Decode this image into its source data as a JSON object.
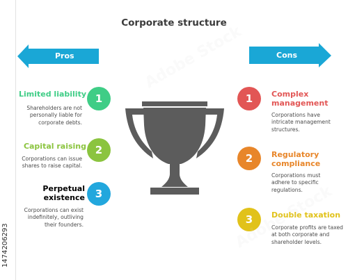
{
  "title": "Corporate structure",
  "pros": {
    "label": "Pros",
    "items": [
      {
        "number": "1",
        "title": "Limited liability",
        "description": "Shareholders are not personally liable for corporate debts.",
        "color": "#3fcd86"
      },
      {
        "number": "2",
        "title": "Capital raising",
        "description": "Corporations can issue shares to raise capital.",
        "color": "#8bc43f"
      },
      {
        "number": "3",
        "title": "Perpetual existence",
        "description": "Corporations can exist indefinitely, outliving their founders.",
        "color": "#22a7dd"
      }
    ]
  },
  "cons": {
    "label": "Cons",
    "items": [
      {
        "number": "1",
        "title": "Complex management",
        "description": "Corporations have intricate management structures.",
        "color": "#e25655"
      },
      {
        "number": "2",
        "title": "Regulatory compliance",
        "description": "Corporations must adhere to specific regulations.",
        "color": "#e8862a"
      },
      {
        "number": "3",
        "title": "Double taxation",
        "description": "Corporate profits are taxed at both corporate and shareholder levels.",
        "color": "#e1c21a"
      }
    ]
  },
  "colors": {
    "arrow": "#1aa7d6",
    "trophy": "#5c5c5c",
    "title": "#3b3b3b",
    "text": "#4a4a4a"
  },
  "stock_id": "1474206293",
  "watermark_text": "Adobe Stock"
}
